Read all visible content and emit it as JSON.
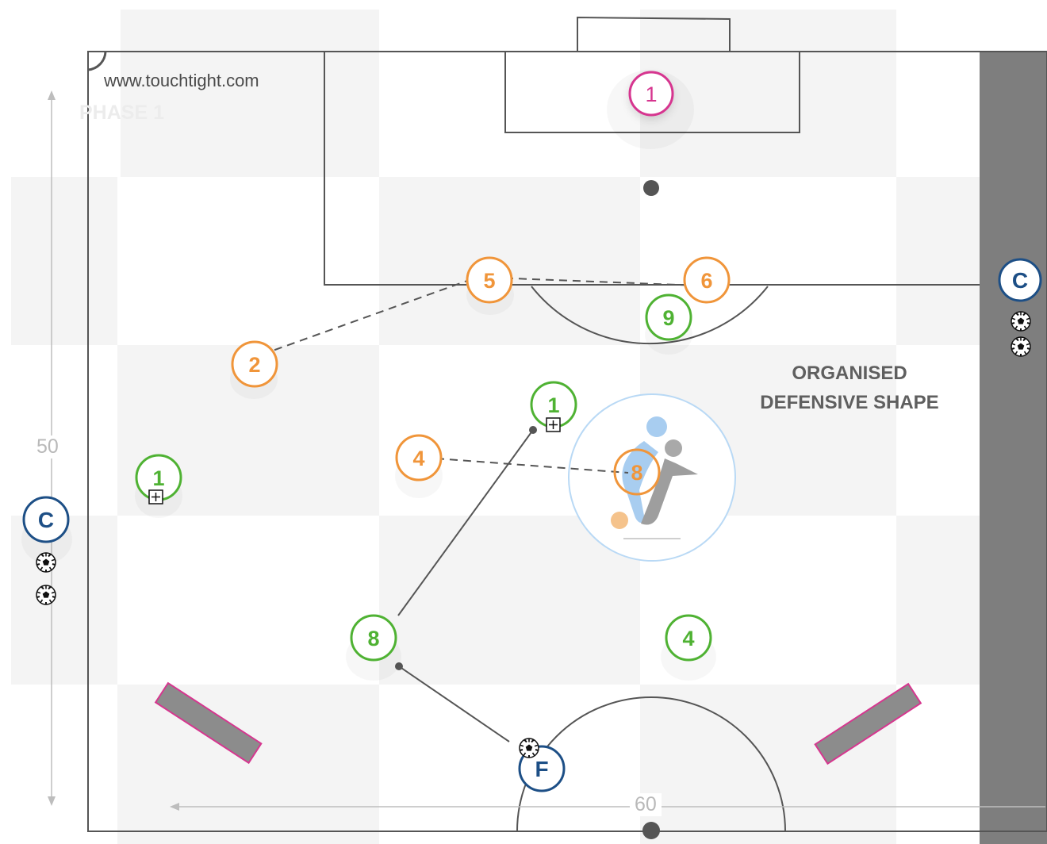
{
  "watermark": "www.touchtight.com",
  "phase_label": "PHASE 1",
  "annotation": {
    "line1": "ORGANISED",
    "line2": "DEFENSIVE SHAPE"
  },
  "dimensions": {
    "height": "50",
    "width": "60"
  },
  "colors": {
    "pitch": "#ffffff",
    "check": "#f4f4f4",
    "line": "#555555",
    "sidebar": "#7e7e7e",
    "team_orange": "#f0953a",
    "team_green": "#4fb233",
    "keeper": "#d6368f",
    "coach": "#1d4f86",
    "mannequin_border": "#d6368f",
    "mannequin_fill": "#8c8c8c"
  },
  "players": {
    "keeper": {
      "label": "1",
      "team": "keeper"
    },
    "o5": {
      "label": "5",
      "team": "orange"
    },
    "o6": {
      "label": "6",
      "team": "orange"
    },
    "o2": {
      "label": "2",
      "team": "orange"
    },
    "o4": {
      "label": "4",
      "team": "orange"
    },
    "o8": {
      "label": "8",
      "team": "orange"
    },
    "g9": {
      "label": "9",
      "team": "green"
    },
    "g1a": {
      "label": "1",
      "team": "green"
    },
    "g1b": {
      "label": "1",
      "team": "green"
    },
    "g8": {
      "label": "8",
      "team": "green"
    },
    "g4": {
      "label": "4",
      "team": "green"
    }
  },
  "coaches": {
    "left": {
      "label": "C"
    },
    "right": {
      "label": "C"
    },
    "feeder": {
      "label": "F"
    }
  },
  "icons": {
    "ball": "soccer-ball-icon",
    "plus": "plus-box-icon",
    "tackle": "tackle-player-icon"
  }
}
